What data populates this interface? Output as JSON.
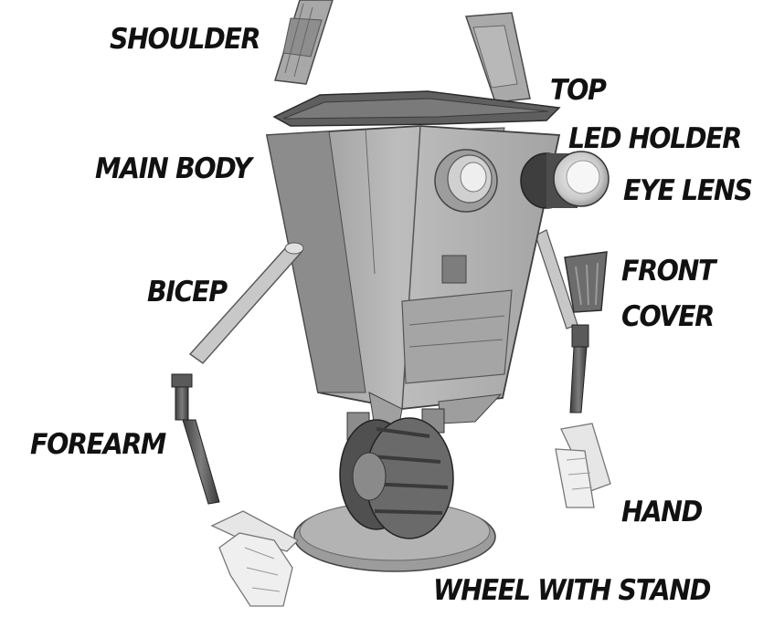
{
  "labels": {
    "shoulder": "SHOULDER",
    "top": "TOP",
    "led_holder": "LED HOLDER",
    "main_body": "MAIN BODY",
    "eye_lens": "EYE LENS",
    "bicep": "BICEP",
    "front": "FRONT",
    "cover": "COVER",
    "forearm": "FOREARM",
    "hand": "HAND",
    "wheel_with_stand": "WHEEL WITH STAND"
  },
  "colors": {
    "background": "#ffffff",
    "label": "#111111",
    "part_light": "#b9b9b9",
    "part_mid": "#9a9a9a",
    "part_dark": "#575757",
    "hand": "#e6e6e6"
  }
}
